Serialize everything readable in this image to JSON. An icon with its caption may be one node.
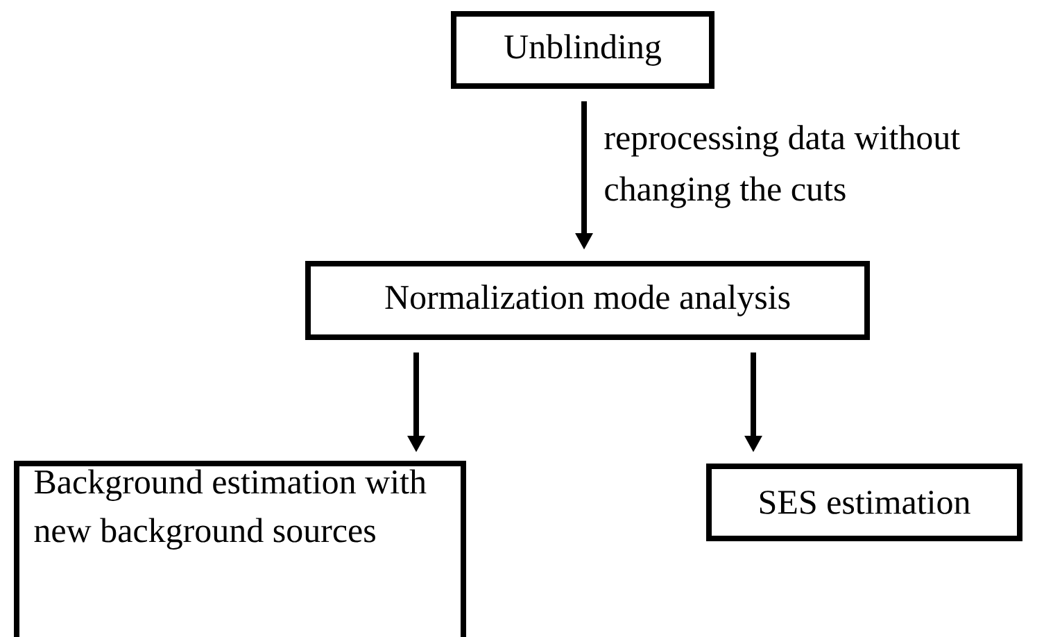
{
  "diagram": {
    "nodes": [
      {
        "text": [
          "Unblinding"
        ]
      },
      {
        "text": [
          "Normalization mode analysis"
        ]
      },
      {
        "text": [
          "Background estimation with new background sources"
        ]
      },
      {
        "text": [
          "SES estimation"
        ]
      }
    ],
    "edges": [
      {
        "from": 0,
        "to": 1,
        "arrow": "to",
        "label": "reprocessing data without changing the cuts"
      },
      {
        "from": 1,
        "to": 2,
        "arrow": "to"
      },
      {
        "from": 1,
        "to": 3,
        "arrow": "to"
      }
    ]
  }
}
